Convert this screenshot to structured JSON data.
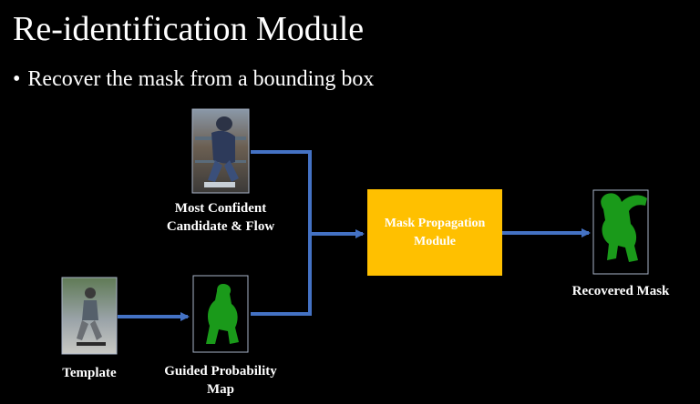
{
  "slide": {
    "title": "Re-identification Module",
    "bullet": "Recover the mask from a bounding box"
  },
  "diagram": {
    "candidate_label_line1": "Most Confident",
    "candidate_label_line2": "Candidate & Flow",
    "template_label": "Template",
    "guided_label_line1": "Guided Probability",
    "guided_label_line2": "Map",
    "module_label_line1": "Mask Propagation",
    "module_label_line2": "Module",
    "recovered_label": "Recovered Mask"
  },
  "colors": {
    "background": "#000000",
    "text": "#ffffff",
    "arrow": "#4472c4",
    "module_fill": "#ffc000",
    "mask_green": "#1a9a1a",
    "frame_border": "#a9b4c8"
  }
}
